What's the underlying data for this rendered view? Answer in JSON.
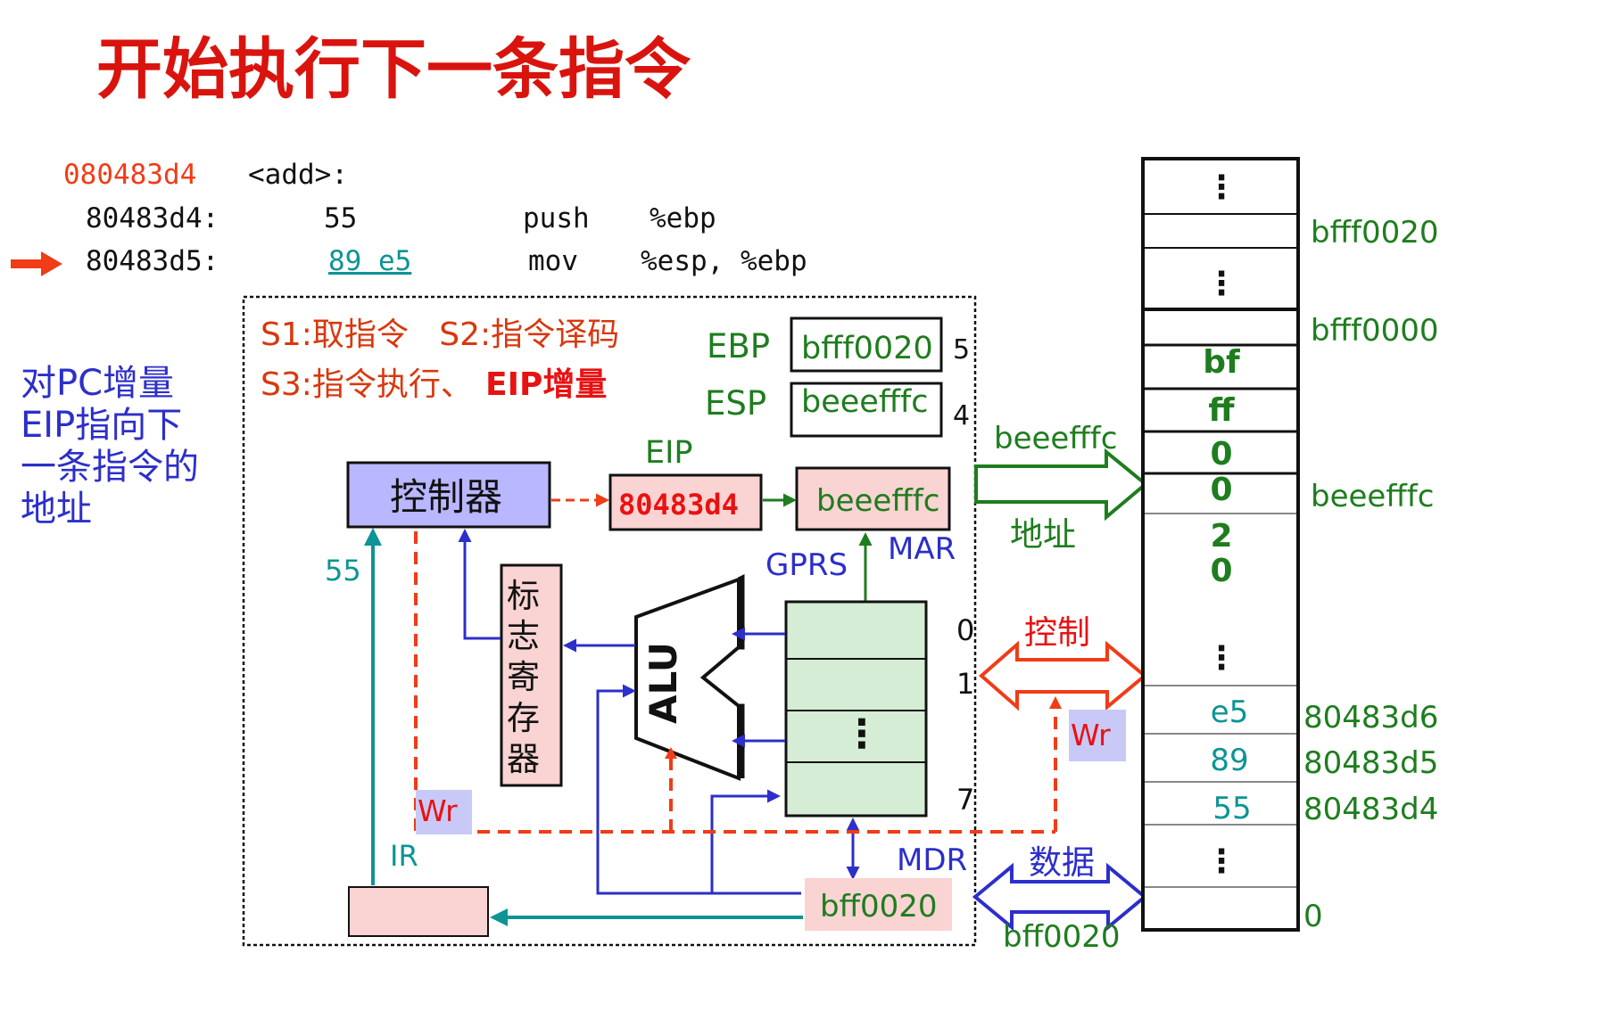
{
  "title": "开始执行下一条指令",
  "code": {
    "func_addr": "080483d4",
    "func_label": "<add>:",
    "lines": [
      {
        "addr": "80483d4:",
        "bytes": "55",
        "op": "push",
        "args": "%ebp"
      },
      {
        "addr": "80483d5:",
        "bytes": "89 e5",
        "op": "mov",
        "args": "%esp, %ebp"
      }
    ]
  },
  "left_note": [
    "对PC增量",
    "EIP指向下",
    "一条指令的",
    "地址"
  ],
  "cpu": {
    "steps_line1": "S1:取指令   S2:指令译码",
    "steps_line2_a": "S3:指令执行、",
    "steps_line2_b": "EIP增量",
    "ebp_label": "EBP",
    "ebp_value": "bfff0020",
    "ebp_index": "5",
    "esp_label": "ESP",
    "esp_value": "beeefffc",
    "esp_index": "4",
    "eip_label": "EIP",
    "eip_value": "80483d4",
    "mar_value": "beeefffc",
    "mar_label": "MAR",
    "gprs_label": "GPRS",
    "controller": "控制器",
    "flags_chars": [
      "标",
      "志",
      "寄",
      "存",
      "器"
    ],
    "alu": "ALU",
    "reg_dots": "⋮",
    "reg_idx": [
      "0",
      "1",
      "7"
    ],
    "ir_label": "IR",
    "ir_in": "55",
    "mdr_label": "MDR",
    "mdr_value": "bff0020",
    "wr": "Wr"
  },
  "bus": {
    "addr_value": "beeefffc",
    "addr_label": "地址",
    "ctrl_label": "控制",
    "wr": "Wr",
    "data_label": "数据",
    "data_value": "bff0020"
  },
  "memory": {
    "cells": [
      "⋮",
      "",
      "⋮",
      "",
      "bf",
      "ff",
      "0",
      "0",
      "2",
      "0",
      "⋮",
      "e5",
      "89",
      "55",
      "⋮",
      ""
    ],
    "addresses": [
      "bfff0020",
      "bfff0000",
      "beeefffc",
      "80483d6",
      "80483d5",
      "80483d4",
      "0"
    ]
  },
  "colors": {
    "title": "#d9140f",
    "green": "#1e7d1e",
    "blue": "#2c2fc9",
    "teal": "#0d9494",
    "red_dash": "#f03c17",
    "orange_red": "#d8380e",
    "controller_fill": "#b9b7ff",
    "pink_fill": "#fad3d3",
    "gprs_fill": "#d4edd4",
    "wr_fill": "#c9c9f7"
  }
}
